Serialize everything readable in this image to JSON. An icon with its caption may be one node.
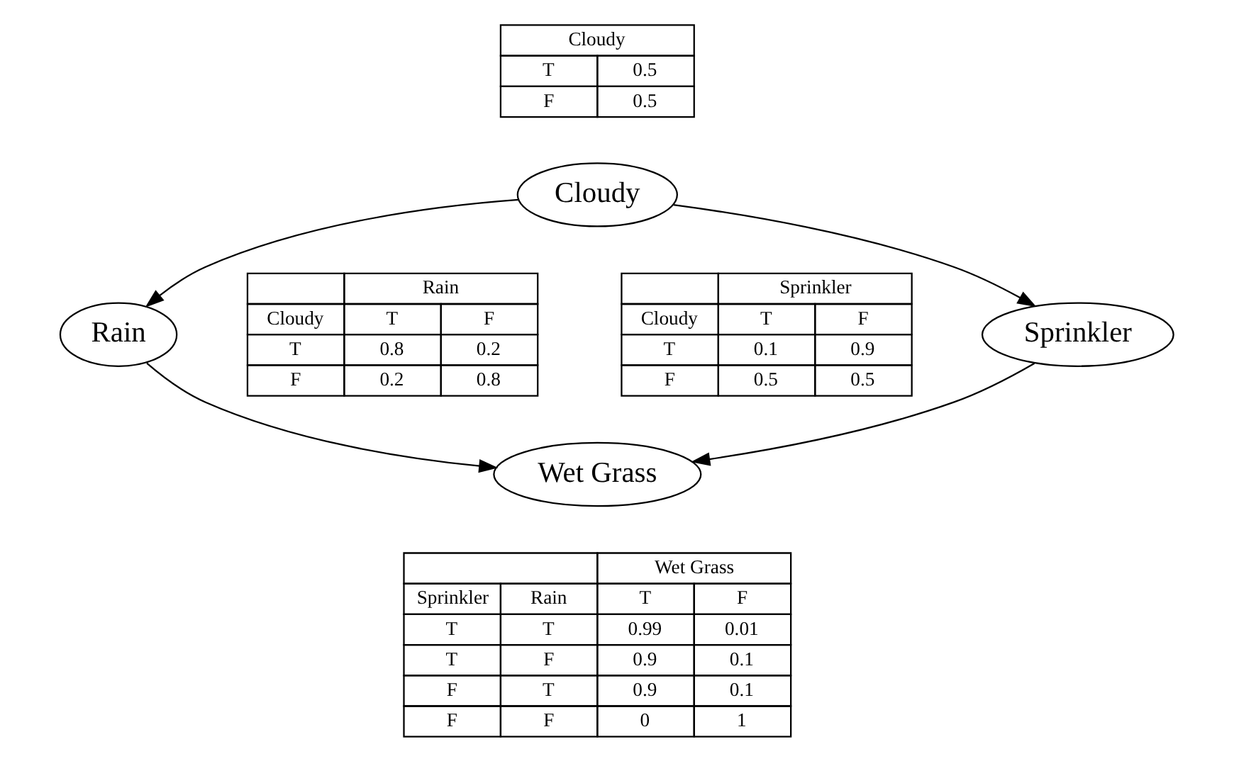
{
  "diagram": {
    "nodes": [
      {
        "text": [
          "Cloudy",
          "T",
          "0.5",
          "F",
          "0.5"
        ]
      },
      {
        "text": [
          "Cloudy"
        ]
      },
      {
        "text": [
          "Sprinkler",
          "Cloudy",
          "T",
          "F",
          "T",
          "0.1",
          "0.9",
          "F",
          "0.5",
          "0.5"
        ]
      },
      {
        "text": [
          "Sprinkler"
        ]
      },
      {
        "text": [
          "Rain"
        ]
      },
      {
        "text": [
          "Rain",
          "Cloudy",
          "T",
          "F",
          "T",
          "0.8",
          "0.2",
          "F",
          "0.2",
          "0.8"
        ]
      },
      {
        "text": [
          "Wet Grass"
        ]
      },
      {
        "text": [
          "Wet Grass",
          "Sprinkler",
          "Rain",
          "T",
          "F",
          "T",
          "T",
          "0.99",
          "0.01",
          "T",
          "F",
          "0.9",
          "0.1",
          "F",
          "T",
          "0.9",
          "0.1",
          "F",
          "F",
          "0",
          "1"
        ]
      }
    ],
    "edges": [
      {
        "from": 1,
        "to": 3,
        "arrow": "to"
      },
      {
        "from": 1,
        "to": 4,
        "arrow": "to"
      },
      {
        "from": 3,
        "to": 6,
        "arrow": "to"
      },
      {
        "from": 4,
        "to": 6,
        "arrow": "to"
      }
    ]
  }
}
